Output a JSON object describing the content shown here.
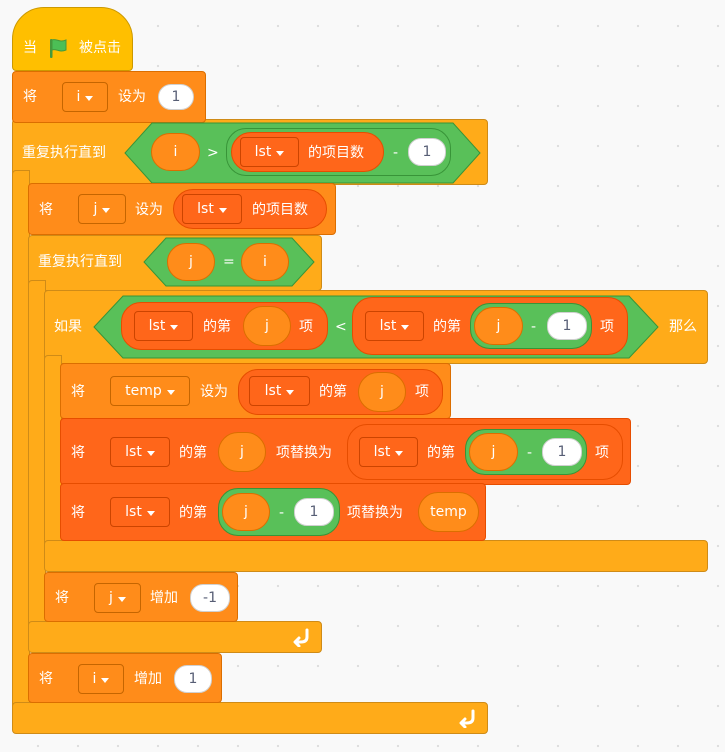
{
  "event": {
    "when": "当",
    "clicked": "被点击"
  },
  "set_i": {
    "set": "将",
    "var": "i",
    "to": "设为",
    "value": "1"
  },
  "outer_loop": {
    "label": "重复执行直到",
    "i_var": "i",
    "gt": ">",
    "list": "lst",
    "length_label": "的项目数",
    "minus": "-",
    "one": "1"
  },
  "set_j": {
    "set": "将",
    "var": "j",
    "to": "设为",
    "list": "lst",
    "length_label": "的项目数"
  },
  "inner_loop": {
    "label": "重复执行直到",
    "j_var": "j",
    "eq": "=",
    "i_var": "i"
  },
  "if_block": {
    "if_label": "如果",
    "then_label": "那么",
    "list_left": "lst",
    "item_of": "的第",
    "j_var": "j",
    "item_suffix": "项",
    "lt": "<",
    "list_right": "lst",
    "j_var2": "j",
    "minus": "-",
    "one": "1",
    "item_suffix2": "项"
  },
  "set_temp": {
    "set": "将",
    "var": "temp",
    "to": "设为",
    "list": "lst",
    "item_of": "的第",
    "j_var": "j",
    "item_suffix": "项"
  },
  "replace_1": {
    "set": "将",
    "list": "lst",
    "item_of": "的第",
    "j_var": "j",
    "replace_label": "项替换为",
    "list2": "lst",
    "item_of2": "的第",
    "j_var2": "j",
    "minus": "-",
    "one": "1",
    "item_suffix": "项"
  },
  "replace_2": {
    "set": "将",
    "list": "lst",
    "item_of": "的第",
    "j_var": "j",
    "minus": "-",
    "one": "1",
    "replace_label": "项替换为",
    "temp_var": "temp"
  },
  "change_j": {
    "set": "将",
    "var": "j",
    "change": "增加",
    "value": "-1"
  },
  "change_i": {
    "set": "将",
    "var": "i",
    "change": "增加",
    "value": "1"
  },
  "colors": {
    "events": "#ffbf00",
    "control": "#ffab19",
    "variables": "#ff8c1a",
    "lists": "#ff661a",
    "operators": "#59c059"
  },
  "icons": {
    "flag": "green-flag-icon",
    "dropdown": "dropdown-arrow-icon",
    "loop_arrow": "loop-arrow-icon"
  }
}
